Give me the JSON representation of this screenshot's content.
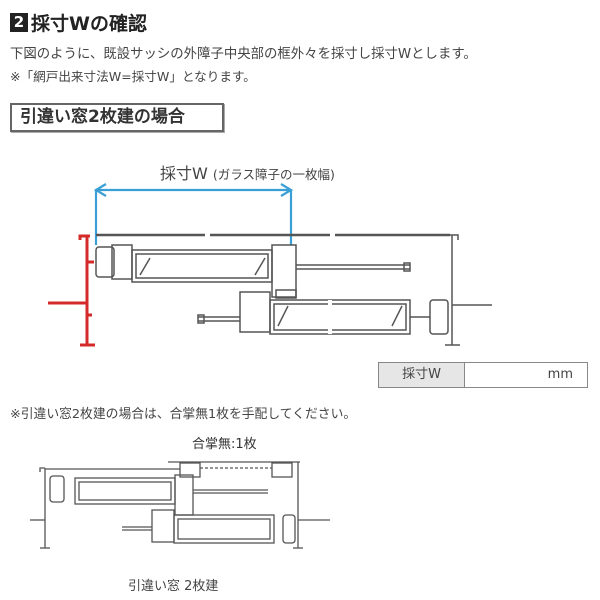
{
  "section": {
    "number": "2",
    "title": "採寸Wの確認",
    "description": "下図のように、既設サッシの外障子中央部の框外々を採寸し採寸Wとします。",
    "note": "※「網戸出来寸法W=採寸W」となります。"
  },
  "case": {
    "label": "引違い窓2枚建の場合"
  },
  "diagram_top": {
    "dimension_label": "採寸W",
    "dimension_sub": "(ガラス障子の一枚幅)",
    "colors": {
      "dimension_line": "#3a9fd5",
      "existing_frame": "#d42a2a",
      "sash_line": "#555555"
    }
  },
  "measurement_table": {
    "header": "採寸W",
    "value": "",
    "unit": "mm"
  },
  "footer": {
    "note": "※引違い窓2枚建の場合は、合掌無1枚を手配してください。",
    "gassho_label": "合掌無:1枚",
    "caption": "引違い窓 2枚建"
  }
}
